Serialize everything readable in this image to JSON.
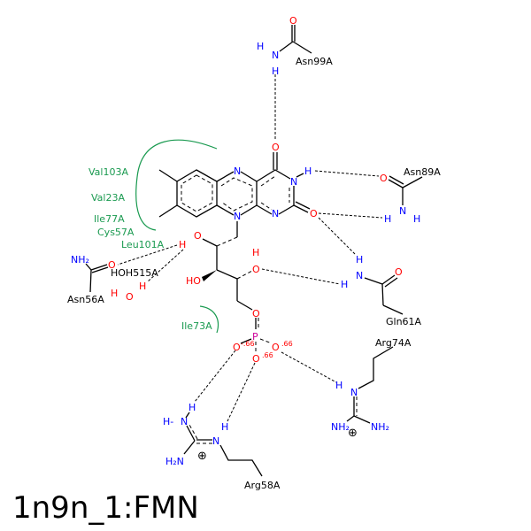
{
  "title": "1n9n_1:FMN",
  "colors": {
    "oxygen": "#ff0000",
    "nitrogen": "#0000ff",
    "phosphorus": "#cc0099",
    "hydrophobic": "#1a9a50",
    "bond": "#000000"
  },
  "residues": {
    "asn99": "Asn99A",
    "asn89": "Asn89A",
    "gln61": "Gln61A",
    "asn56": "Asn56A",
    "hoh515": "HOH515A",
    "arg74": "Arg74A",
    "arg58": "Arg58A"
  },
  "hydrophobic": [
    "Val103A",
    "Val23A",
    "Ile77A",
    "Cys57A",
    "Leu101A",
    "Ile73A"
  ],
  "atoms": {
    "O": "O",
    "N": "N",
    "H": "H",
    "P": "P",
    "HO": "HO",
    "NH2": "NH₂",
    "H2N": "H₂N",
    "Hdash": "H-",
    "plus": "⊕"
  },
  "charges": {
    "o1": "-.66",
    "o2": ".66",
    "o3": ".66"
  }
}
